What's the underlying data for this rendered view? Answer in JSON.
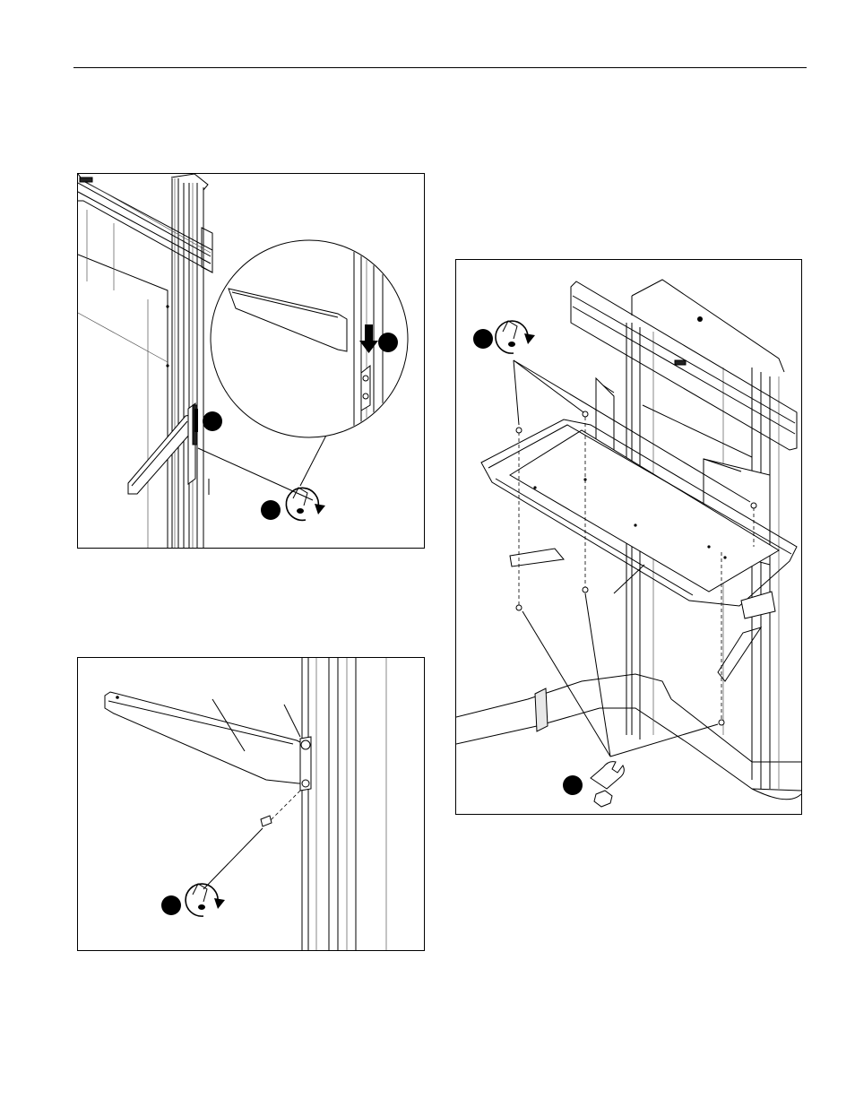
{
  "page": {
    "header_rule": true
  },
  "figures": [
    {
      "id": "fig-a",
      "icons": [
        "step-marker-icon",
        "step-marker-icon",
        "step-marker-icon",
        "rotate-clockwise-hand-icon",
        "down-arrow-icon"
      ]
    },
    {
      "id": "fig-b",
      "icons": [
        "step-marker-icon",
        "rotate-clockwise-hand-icon"
      ]
    },
    {
      "id": "fig-c",
      "icons": [
        "step-marker-icon",
        "step-marker-icon",
        "rotate-clockwise-hand-icon",
        "wrench-icon",
        "hex-nut-icon"
      ]
    }
  ],
  "colors": {
    "line": "#000000",
    "paper": "#ffffff",
    "shade": "#e8e8e8"
  }
}
